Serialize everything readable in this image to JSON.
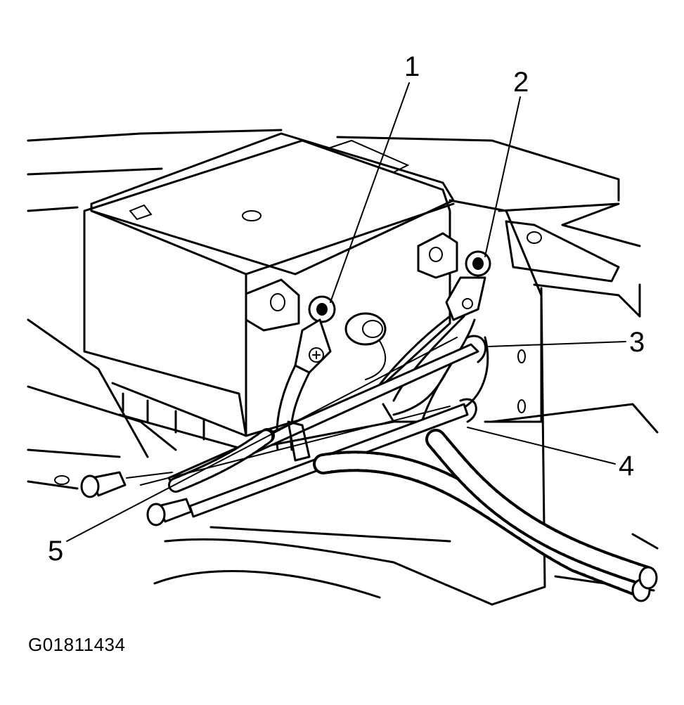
{
  "figure_id": "G01811434",
  "callouts": [
    "1",
    "2",
    "3",
    "4",
    "5"
  ],
  "colors": {
    "ink": "#000000",
    "background": "#ffffff"
  }
}
